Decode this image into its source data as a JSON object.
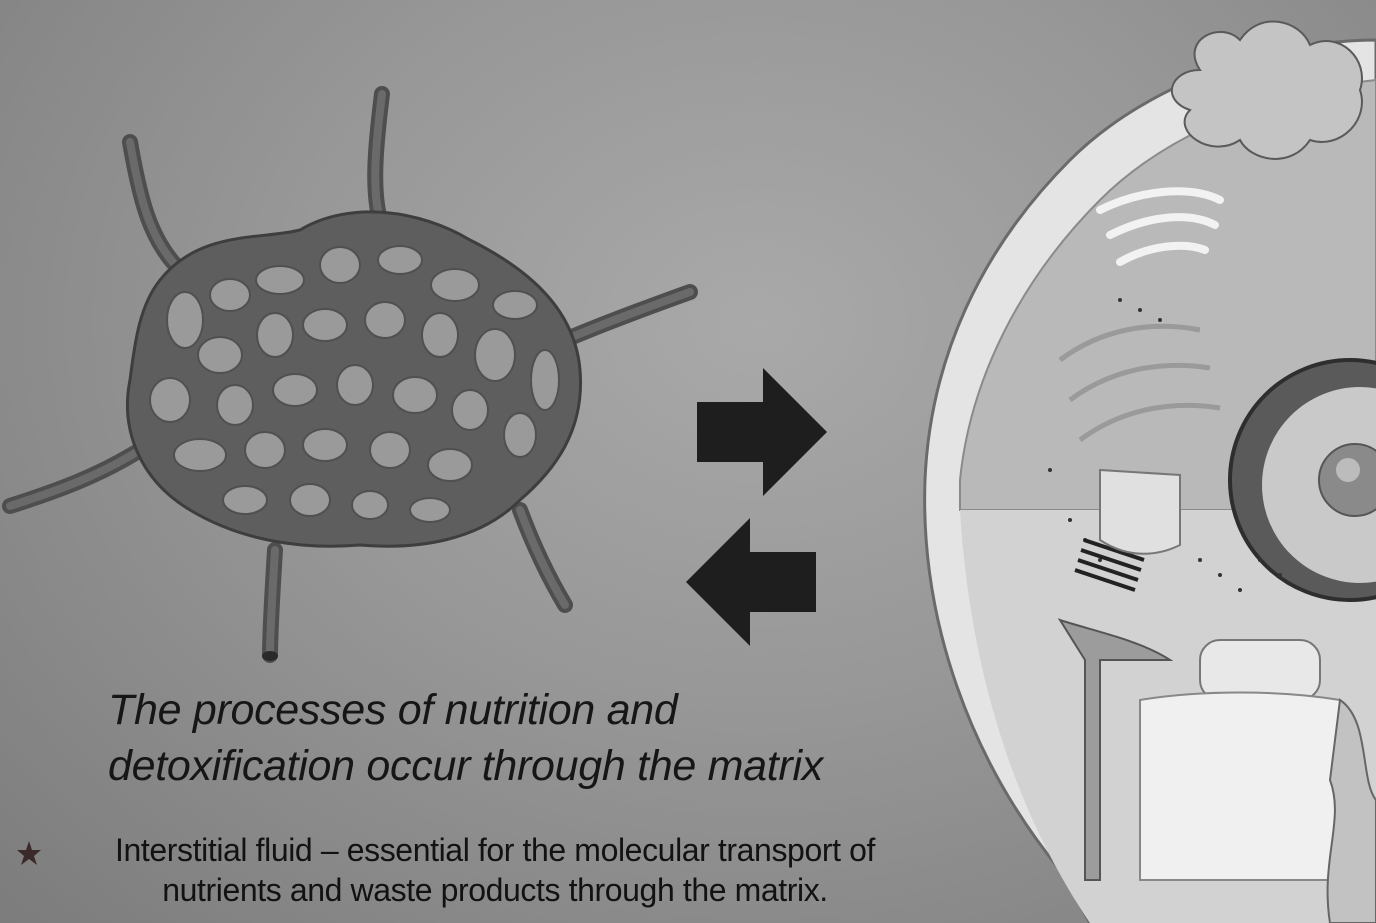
{
  "heading": {
    "line1": "The processes of nutrition and",
    "line2": "detoxification occur through the matrix"
  },
  "bullet": {
    "line1": "Interstitial fluid – essential for the molecular transport of",
    "line2": "nutrients and waste products through the matrix."
  },
  "colors": {
    "background": "#979797",
    "capillary": "#5a5a5a",
    "arrow": "#1e1e1e",
    "cell_membrane": "#e6e6e6",
    "text": "#161616"
  },
  "icons": {
    "left_figure": "capillary-network",
    "right_figure": "cell-cross-section",
    "arrows": [
      "arrow-right",
      "arrow-left"
    ],
    "bullet": "star-bullet"
  }
}
